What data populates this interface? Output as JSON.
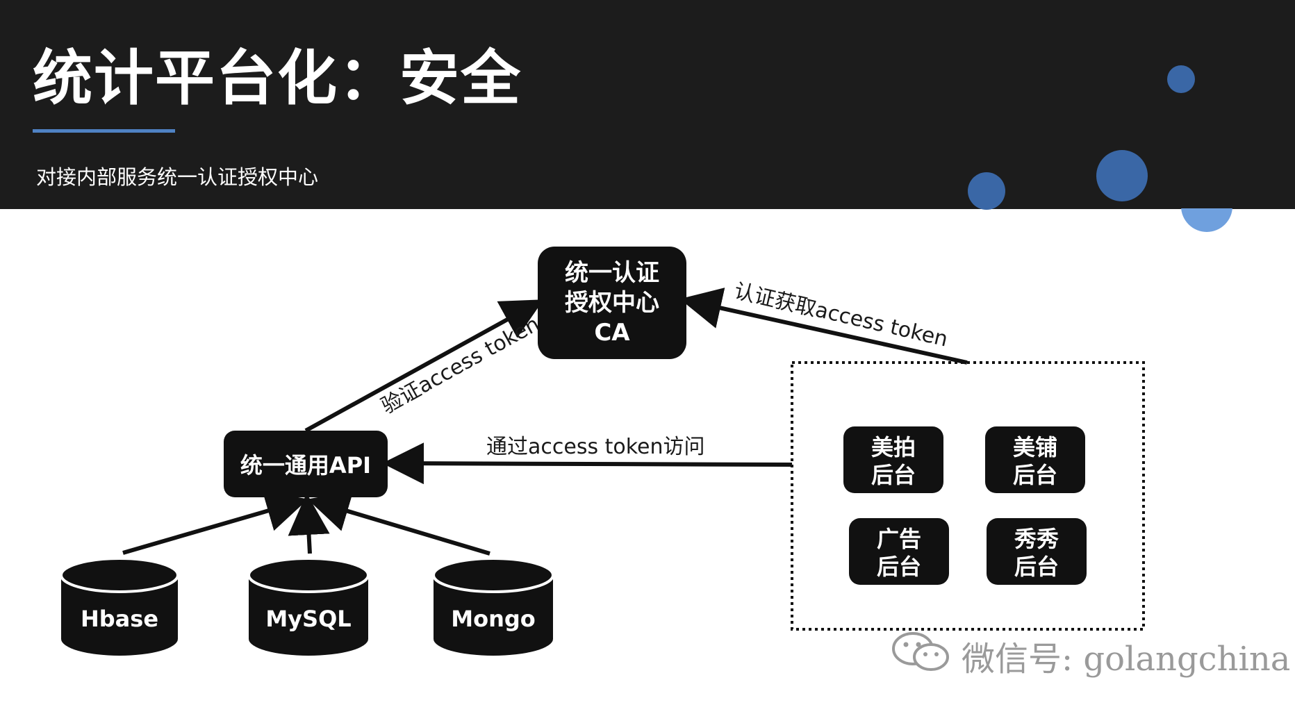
{
  "slide": {
    "title": "统计平台化：安全",
    "subtitle": "对接内部服务统一认证授权中心"
  },
  "colors": {
    "header_bg": "#1c1c1c",
    "accent_blue": "#4f82c4",
    "node_fill": "#111111",
    "dot_dark": "#3a67a6",
    "dot_light": "#6fa0de"
  },
  "diagram": {
    "ca": [
      "统一认证",
      "授权中心",
      "CA"
    ],
    "api": "统一通用API",
    "databases": [
      "Hbase",
      "MySQL",
      "Mongo"
    ],
    "backends": [
      [
        "美拍",
        "后台"
      ],
      [
        "美铺",
        "后台"
      ],
      [
        "广告",
        "后台"
      ],
      [
        "秀秀",
        "后台"
      ]
    ],
    "edges": {
      "verify": "验证access token",
      "get_token": "认证获取access token",
      "access": "通过access token访问"
    }
  },
  "watermark": {
    "icon": "wechat-icon",
    "text": "微信号: golangchina"
  }
}
